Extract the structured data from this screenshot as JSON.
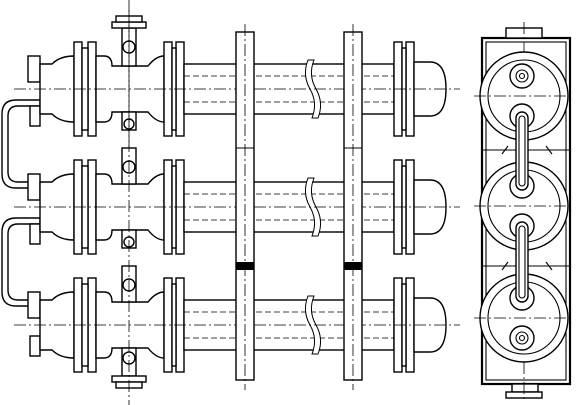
{
  "drawing": {
    "views": [
      "front-view",
      "end-view"
    ],
    "tube_sections": 3,
    "tube_supports": 2,
    "colors": {
      "line": "#000000",
      "background": "#ffffff"
    }
  }
}
